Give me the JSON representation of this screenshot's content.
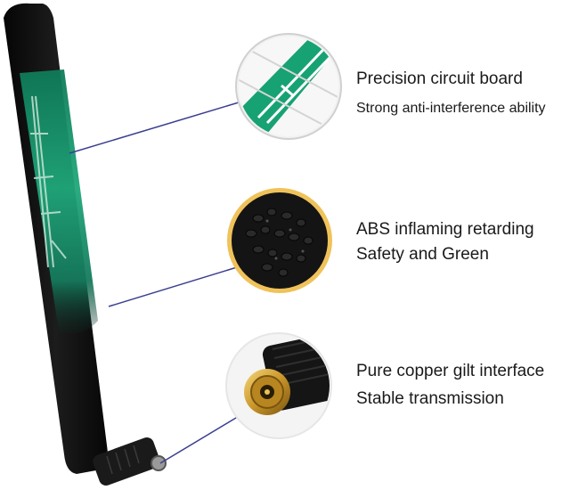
{
  "features": [
    {
      "title": "Precision circuit board",
      "subtitle": "Strong anti-interference ability",
      "icon": "circuit-board-closeup"
    },
    {
      "title": "ABS inflaming retarding",
      "subtitle": "Safety and Green",
      "icon": "abs-pellets-closeup"
    },
    {
      "title": "Pure copper gilt interface",
      "subtitle": "Stable transmission",
      "icon": "sma-connector-closeup"
    }
  ],
  "colors": {
    "antenna_body": "#121212",
    "pcb_green": "#1f9e74",
    "leader_line": "#3b3f8f",
    "gold": "#c9a227"
  }
}
